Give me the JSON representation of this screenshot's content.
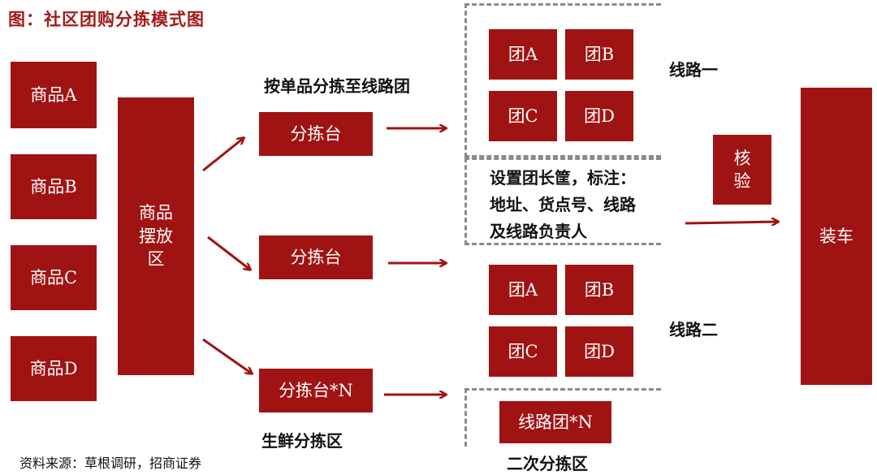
{
  "title": "图：社区团购分拣模式图",
  "products": [
    "商品A",
    "商品B",
    "商品C",
    "商品D"
  ],
  "display_area": "商品\n摆放\n区",
  "sorting_label_top": "按单品分拣至线路团",
  "sorting_stations": [
    "分拣台",
    "分拣台",
    "分拣台*N"
  ],
  "fresh_area_label": "生鲜分拣区",
  "route1": {
    "label": "线路一",
    "groups": [
      "团A",
      "团B",
      "团C",
      "团D"
    ]
  },
  "route2": {
    "label": "线路二",
    "groups": [
      "团A",
      "团B",
      "团C",
      "团D"
    ]
  },
  "route_group_n": "线路团*N",
  "note": "设置团长筐，标注：\n地址、货点号、线路\n及线路负责人",
  "secondary_area_label": "二次分拣区",
  "verify": "核\n验",
  "load": "装车",
  "source": "资料来源：草根调研，招商证券",
  "colors": {
    "box": "#a01313",
    "title": "#a31a1a",
    "dash": "#8a8a8a"
  }
}
